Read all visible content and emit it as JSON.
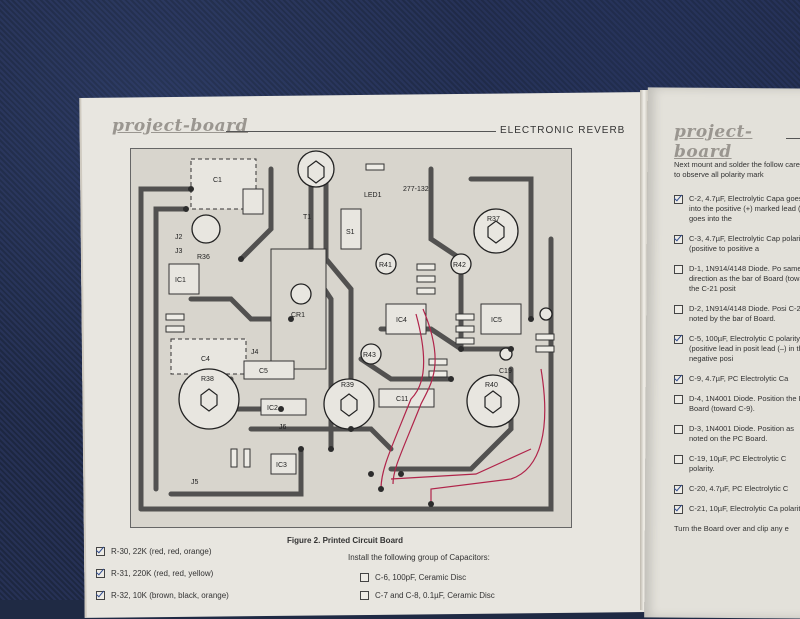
{
  "left_page": {
    "brand": "project-board",
    "title": "ELECTRONIC REVERB",
    "board_id": "277-132",
    "caption": "Figure 2. Printed Circuit Board",
    "install_intro": "Install the following group of Capacitors:",
    "resistors": [
      {
        "text": "R-30, 22K (red, red, orange)",
        "checked": true
      },
      {
        "text": "R-31, 220K (red, red, yellow)",
        "checked": true
      },
      {
        "text": "R-32, 10K (brown, black, orange)",
        "checked": true
      }
    ],
    "capacitors": [
      {
        "text": "C-6, 100pF, Ceramic Disc",
        "checked": false
      },
      {
        "text": "C-7 and C-8, 0.1µF, Ceramic Disc",
        "checked": false
      }
    ],
    "board_labels": {
      "c1": "C1",
      "t1": "T1",
      "s1": "S1",
      "r37": "R37",
      "r38": "R38",
      "r39": "R39",
      "r40": "R40",
      "r41": "R41",
      "r42": "R42",
      "r43": "R43",
      "cr1": "CR1",
      "ic1": "IC1",
      "ic2": "IC2",
      "ic3": "IC3",
      "ic4": "IC4",
      "ic5": "IC5",
      "c4": "C4",
      "c5": "C5",
      "c11": "C11",
      "c19": "C19",
      "led1": "LED1",
      "r36": "R36",
      "j2": "J2",
      "j3": "J3",
      "j4": "J4",
      "j5": "J5",
      "j6": "J6"
    }
  },
  "right_page": {
    "brand": "project-board",
    "intro": "Next mount and solder the follow careful to observe all polarity mark",
    "items": [
      {
        "text": "C-2, 4.7µF, Electrolytic Capa goes into the positive (+) marked lead (–) goes into the",
        "checked": true
      },
      {
        "text": "C-3, 4.7µF, Electrolytic Cap polarity (positive to positive a",
        "checked": true
      },
      {
        "text": "D-1, 1N914/4148 Diode. Po same direction as the bar of Board (toward the C-21 posit",
        "checked": false
      },
      {
        "text": "D-2, 1N914/4148 Diode. Posi C-2, as noted by the bar of Board.",
        "checked": false
      },
      {
        "text": "C-5, 100µF, Electrolytic C polarity (positive lead in posit lead (–) in the negative posi",
        "checked": true
      },
      {
        "text": "C-9, 4.7µF, PC Electrolytic Ca",
        "checked": true
      },
      {
        "text": "D-4, 1N4001 Diode. Position the PC Board (toward C-9).",
        "checked": false
      },
      {
        "text": "D-3, 1N4001 Diode. Position as noted on the PC Board.",
        "checked": false
      },
      {
        "text": "C-19, 10µF, PC Electrolytic C polarity.",
        "checked": false
      },
      {
        "text": "C-20, 4.7µF, PC Electrolytic C",
        "checked": true
      },
      {
        "text": "C-21, 10µF, Electrolytic Ca polarity.",
        "checked": true
      }
    ],
    "footer": "Turn the Board over and clip any e"
  }
}
